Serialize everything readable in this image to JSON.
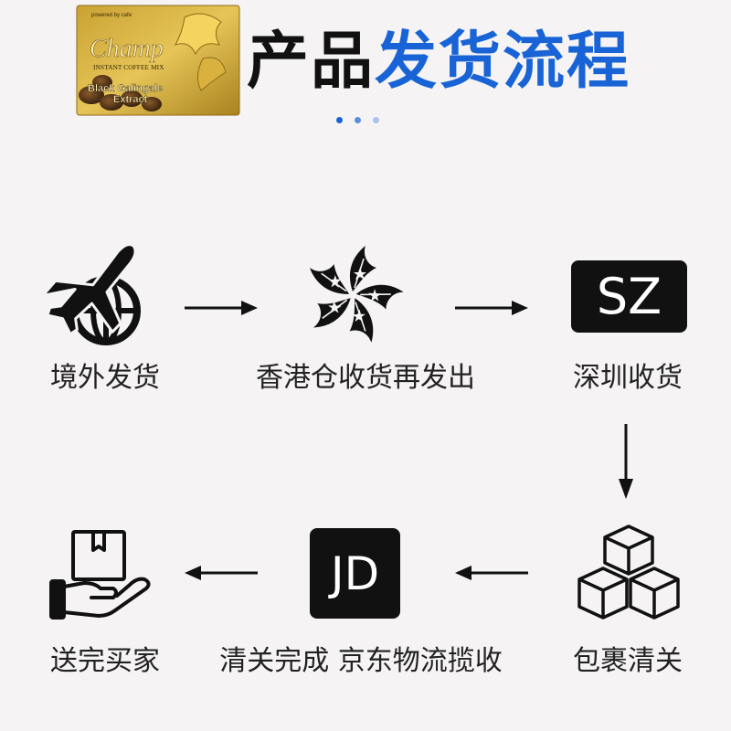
{
  "header": {
    "title_part1": "产品",
    "title_part2": "发货流程",
    "product_image": {
      "top_text": "powered by cafe",
      "brand": "Champ",
      "subtitle": "INSTANT COFFEE MIX",
      "extract_line1": "Black Galingale",
      "extract_line2": "Extract"
    },
    "dots_colors": [
      "#1863d6",
      "#5b8ee0",
      "#a9c3ee"
    ]
  },
  "steps": [
    {
      "label": "境外发货",
      "icon": "plane-globe-icon"
    },
    {
      "label": "香港仓收货再发出",
      "icon": "bauhinia-flower-icon"
    },
    {
      "label": "深圳收货",
      "icon": "sz-box-icon",
      "icon_text": "SZ"
    },
    {
      "label": "包裹清关",
      "icon": "stacked-boxes-icon"
    },
    {
      "label": "清关完成 京东物流揽收",
      "icon": "jd-box-icon",
      "icon_text": "JD"
    },
    {
      "label": "送完买家",
      "icon": "hand-package-icon"
    }
  ],
  "colors": {
    "accent": "#1863d6",
    "text": "#222222",
    "icon": "#111111",
    "background": "#f5f3f4"
  }
}
